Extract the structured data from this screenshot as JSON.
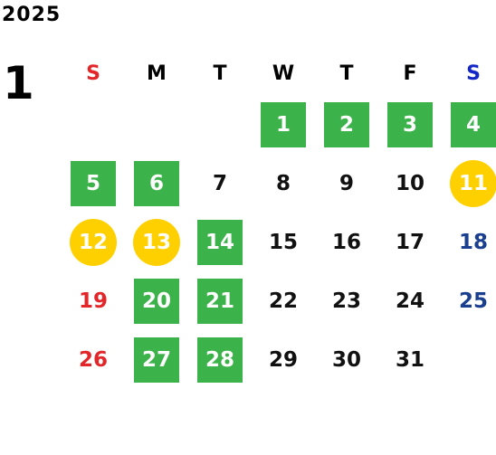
{
  "calendar": {
    "year": "2025",
    "month": "1",
    "weekdays": [
      {
        "label": "S",
        "color": "#e3262a"
      },
      {
        "label": "M",
        "color": "#000000"
      },
      {
        "label": "T",
        "color": "#000000"
      },
      {
        "label": "W",
        "color": "#000000"
      },
      {
        "label": "T",
        "color": "#000000"
      },
      {
        "label": "F",
        "color": "#000000"
      },
      {
        "label": "S",
        "color": "#1428c8"
      }
    ],
    "weeks": [
      [
        {
          "day": "",
          "style": "empty"
        },
        {
          "day": "",
          "style": "empty"
        },
        {
          "day": "",
          "style": "empty"
        },
        {
          "day": "1",
          "style": "green"
        },
        {
          "day": "2",
          "style": "green"
        },
        {
          "day": "3",
          "style": "green"
        },
        {
          "day": "4",
          "style": "green"
        }
      ],
      [
        {
          "day": "5",
          "style": "green"
        },
        {
          "day": "6",
          "style": "green"
        },
        {
          "day": "7",
          "style": "plain"
        },
        {
          "day": "8",
          "style": "plain"
        },
        {
          "day": "9",
          "style": "plain"
        },
        {
          "day": "10",
          "style": "plain"
        },
        {
          "day": "11",
          "style": "yellow"
        }
      ],
      [
        {
          "day": "12",
          "style": "yellow"
        },
        {
          "day": "13",
          "style": "yellow"
        },
        {
          "day": "14",
          "style": "green"
        },
        {
          "day": "15",
          "style": "plain"
        },
        {
          "day": "16",
          "style": "plain"
        },
        {
          "day": "17",
          "style": "plain"
        },
        {
          "day": "18",
          "style": "blue"
        }
      ],
      [
        {
          "day": "19",
          "style": "red"
        },
        {
          "day": "20",
          "style": "green"
        },
        {
          "day": "21",
          "style": "green"
        },
        {
          "day": "22",
          "style": "plain"
        },
        {
          "day": "23",
          "style": "plain"
        },
        {
          "day": "24",
          "style": "plain"
        },
        {
          "day": "25",
          "style": "blue"
        }
      ],
      [
        {
          "day": "26",
          "style": "red"
        },
        {
          "day": "27",
          "style": "green"
        },
        {
          "day": "28",
          "style": "green"
        },
        {
          "day": "29",
          "style": "plain"
        },
        {
          "day": "30",
          "style": "plain"
        },
        {
          "day": "31",
          "style": "plain"
        },
        {
          "day": "",
          "style": "empty"
        }
      ]
    ],
    "colors": {
      "green_highlight": "#3bb34a",
      "yellow_highlight": "#ffd000",
      "sunday_red": "#e3262a",
      "saturday_blue": "#1b3f8f"
    }
  }
}
